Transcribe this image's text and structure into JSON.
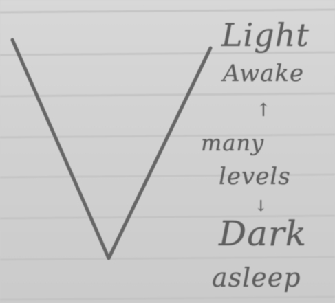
{
  "image": {
    "paper_color": "#d4d4d4",
    "rule_color": "#c4c4c4",
    "pencil_color": "#5e5e5e"
  },
  "labels": {
    "top_line1": "Light",
    "top_line2": "Awake",
    "up_arrow": "↑",
    "middle_line1": "many",
    "middle_line2": "levels",
    "down_arrow": "↓",
    "bottom_line1": "Dark",
    "bottom_line2": "asleep"
  }
}
